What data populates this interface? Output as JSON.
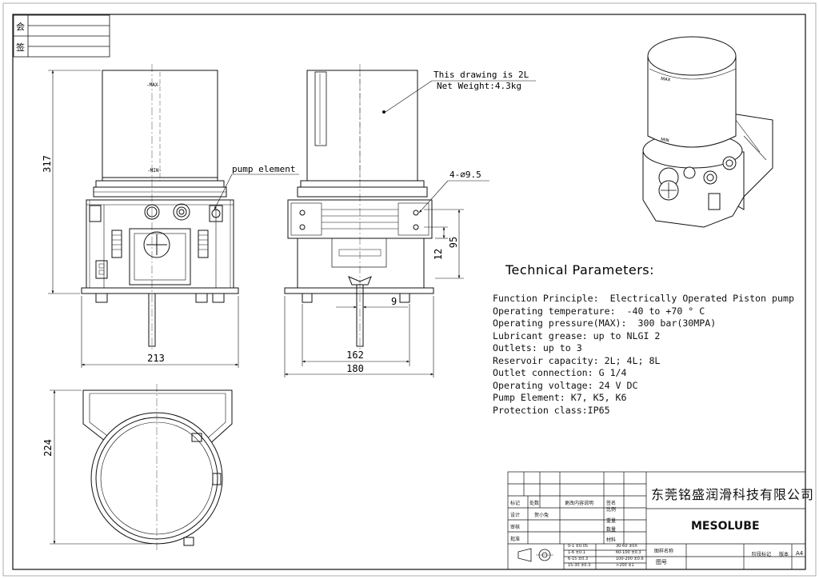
{
  "side_block": {
    "row1": "会",
    "row2": "签"
  },
  "front_view": {
    "max_mark": "-MAX-",
    "min_mark": "-MIN-",
    "dim_height": "317",
    "dim_width": "213",
    "callout_pump_element": "pump element"
  },
  "side_view": {
    "note_line1": "This drawing is 2L",
    "note_line2": "Net Weight:4.3kg",
    "hole_callout": "4-∅9.5",
    "dim_95": "95",
    "dim_12": "12",
    "dim_9": "9",
    "dim_162": "162",
    "dim_180": "180"
  },
  "top_view": {
    "dim_height": "224"
  },
  "iso_view": {
    "max_mark": "MAX",
    "min_mark": "MIN"
  },
  "technical_parameters": {
    "heading": "Technical Parameters:",
    "rows": [
      "Function Principle:  Electrically Operated Piston pump",
      "Operating temperature:  -40 to +70 ° C",
      "Operating pressure(MAX):  300 bar(30MPA)",
      "Lubricant grease: up to NLGI 2",
      "Outlets: up to 3",
      "Reservoir capacity: 2L; 4L; 8L",
      "Outlet connection: G 1/4",
      "Operating voltage: 24 V DC",
      "Pump Element: K7, K5, K6",
      "Protection class:IP65"
    ]
  },
  "title_block": {
    "company": "东莞铭盛润滑科技有限公司",
    "product": "MESOLUBE",
    "rev_mark": "标记",
    "rev_count": "处数",
    "rev_content": "更改内容说明",
    "sign": "签名",
    "scale": "比例",
    "weight": "重量",
    "quantity": "数量",
    "material": "材料",
    "design": "设计",
    "designer": "贺小兔",
    "review": "审核",
    "approve": "批准",
    "drawing_name": "图样名称",
    "drawing_no": "图号",
    "stage_mark": "阶段标记",
    "version": "版本",
    "size": "A4",
    "tol_r1": [
      "0-1  ±0.05",
      "30-60 ±0X"
    ],
    "tol_r2": [
      "1-6  ±0.1",
      "60-100 ±0.3"
    ],
    "tol_r3": [
      "6-15 ±0.3",
      "100-200 ±0.6"
    ],
    "tol_r4": [
      "15-30 ±0.3",
      ">200  ±1"
    ]
  }
}
